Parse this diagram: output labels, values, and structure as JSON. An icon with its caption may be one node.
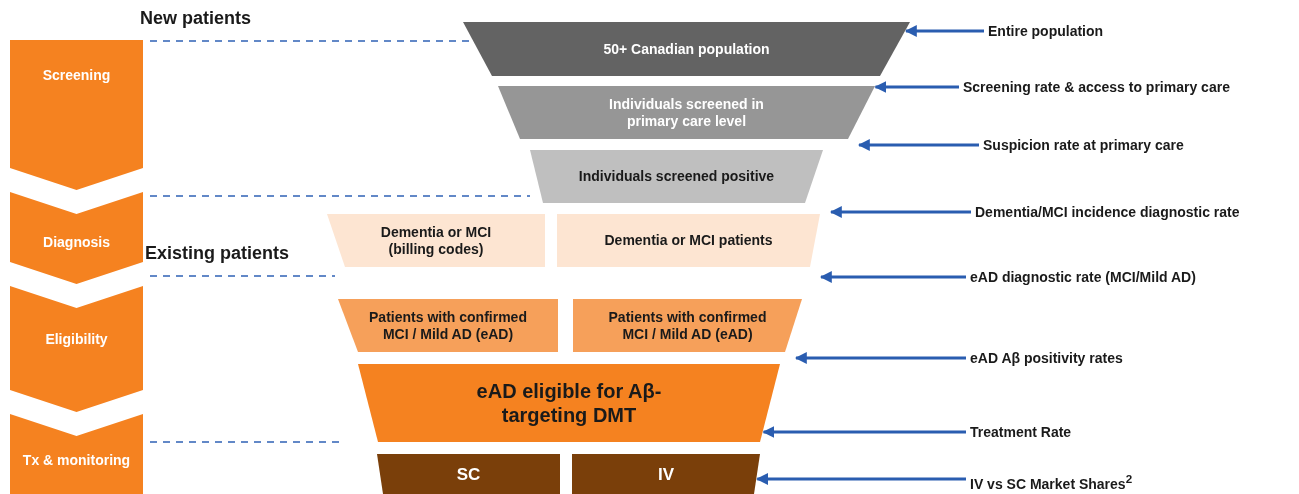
{
  "diagram": {
    "nodes": [
      {
        "text": [
          "Screening"
        ]
      },
      {
        "text": [
          "Diagnosis"
        ]
      },
      {
        "text": [
          "Eligibility"
        ]
      },
      {
        "text": [
          "Tx & monitoring"
        ]
      },
      {
        "text": [
          "50+ Canadian population"
        ]
      },
      {
        "text": [
          "Individuals screened in primary care level"
        ]
      },
      {
        "text": [
          "Individuals screened positive"
        ]
      },
      {
        "text": [
          "Dementia or MCI (billing codes)"
        ]
      },
      {
        "text": [
          "Dementia or MCI patients"
        ]
      },
      {
        "text": [
          "Patients with confirmed MCI / Mild AD (eAD)"
        ]
      },
      {
        "text": [
          "Patients with confirmed MCI / Mild AD (eAD)"
        ]
      },
      {
        "text": [
          "eAD eligible for Aβ-targeting DMT"
        ]
      },
      {
        "text": [
          "SC"
        ]
      },
      {
        "text": [
          "IV"
        ]
      },
      {
        "text": [
          "Entire population"
        ]
      },
      {
        "text": [
          "Screening rate & access to primary care"
        ]
      },
      {
        "text": [
          "Suspicion rate at primary care"
        ]
      },
      {
        "text": [
          "Dementia/MCI incidence diagnostic rate"
        ]
      },
      {
        "text": [
          "eAD diagnostic rate (MCI/Mild AD)"
        ]
      },
      {
        "text": [
          "eAD Aβ positivity rates"
        ]
      },
      {
        "text": [
          "Treatment Rate"
        ]
      },
      {
        "text": [
          "IV vs SC Market Shares$^{2}$"
        ]
      }
    ],
    "edges": [
      {
        "from": 14,
        "to": 4,
        "arrow": "to"
      },
      {
        "from": 15,
        "to": 5,
        "arrow": "to"
      },
      {
        "from": 16,
        "to": 5,
        "arrow": "to"
      },
      {
        "from": 17,
        "to": 8,
        "arrow": "to"
      },
      {
        "from": 18,
        "to": 8,
        "arrow": "to"
      },
      {
        "from": 19,
        "to": 10,
        "arrow": "to"
      },
      {
        "from": 20,
        "to": 11,
        "arrow": "to"
      },
      {
        "from": 21,
        "to": 13,
        "arrow": "to"
      }
    ],
    "labels": [
      "New patients",
      "Existing patients"
    ]
  }
}
